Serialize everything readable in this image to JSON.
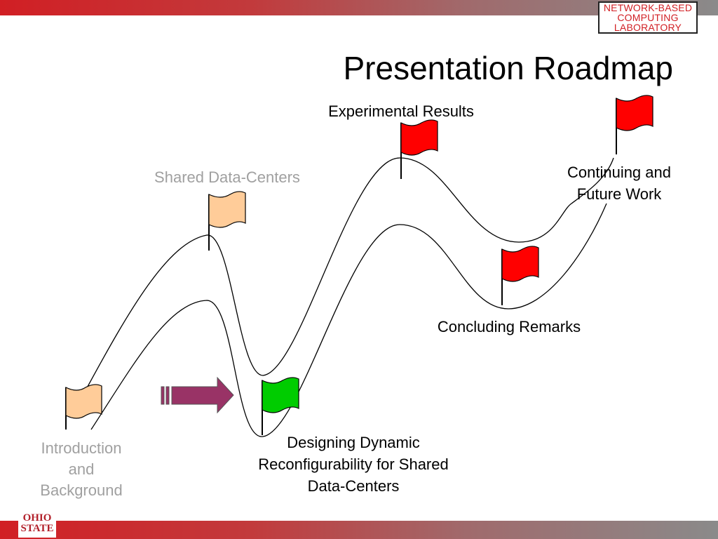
{
  "header": {
    "lab_logo_lines": [
      "NETWORK-BASED",
      "COMPUTING",
      "LABORATORY"
    ]
  },
  "title": "Presentation Roadmap",
  "milestones": {
    "intro": {
      "lines": [
        "Introduction",
        "and",
        "Background"
      ],
      "status": "completed",
      "flag_color": "#ffcc99"
    },
    "shared": {
      "label": "Shared Data-Centers",
      "status": "completed",
      "flag_color": "#ffcc99"
    },
    "designing": {
      "lines": [
        "Designing Dynamic",
        "Reconfigurability for Shared",
        "Data-Centers"
      ],
      "status": "current",
      "flag_color": "#00cc00"
    },
    "experimental": {
      "label": "Experimental Results",
      "status": "upcoming",
      "flag_color": "#ff0000"
    },
    "concluding": {
      "label": "Concluding Remarks",
      "status": "upcoming",
      "flag_color": "#ff0000"
    },
    "continuing": {
      "lines": [
        "Continuing and",
        "Future Work"
      ],
      "status": "upcoming",
      "flag_color": "#ff0000"
    }
  },
  "colors": {
    "brand_red": "#d11f24",
    "completed_text": "#a0a0a0",
    "arrow": "#993366"
  },
  "footer": {
    "osu_logo_lines": [
      "OHIO",
      "STATE"
    ]
  }
}
